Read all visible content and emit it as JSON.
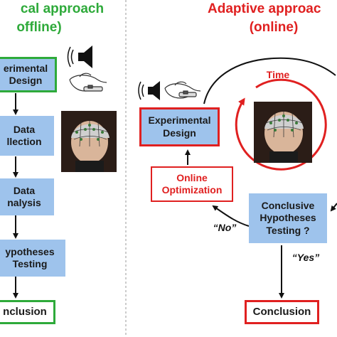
{
  "left_panel": {
    "title_line1": "cal approach",
    "title_line2": "offline)",
    "steps": [
      {
        "line1": "erimental",
        "line2": "Design"
      },
      {
        "line1": "Data",
        "line2": "llection"
      },
      {
        "line1": "Data",
        "line2": "nalysis"
      },
      {
        "line1": "ypotheses",
        "line2": "Testing"
      }
    ],
    "conclusion": "nclusion"
  },
  "right_panel": {
    "title_line1": "Adaptive approac",
    "title_line2": "(online)",
    "time_label": "Time",
    "experimental_design": {
      "line1": "Experimental",
      "line2": "Design"
    },
    "online_optimization": {
      "line1": "Online",
      "line2": "Optimization"
    },
    "conclusive": {
      "line1": "Conclusive",
      "line2": "Hypotheses",
      "line3": "Testing ?"
    },
    "no_label": "“No”",
    "yes_label": "“Yes”",
    "conclusion": "Conclusion"
  },
  "colors": {
    "green": "#2eaa3a",
    "red": "#e02020",
    "box_blue": "#9ec3ec",
    "divider": "#999999"
  }
}
